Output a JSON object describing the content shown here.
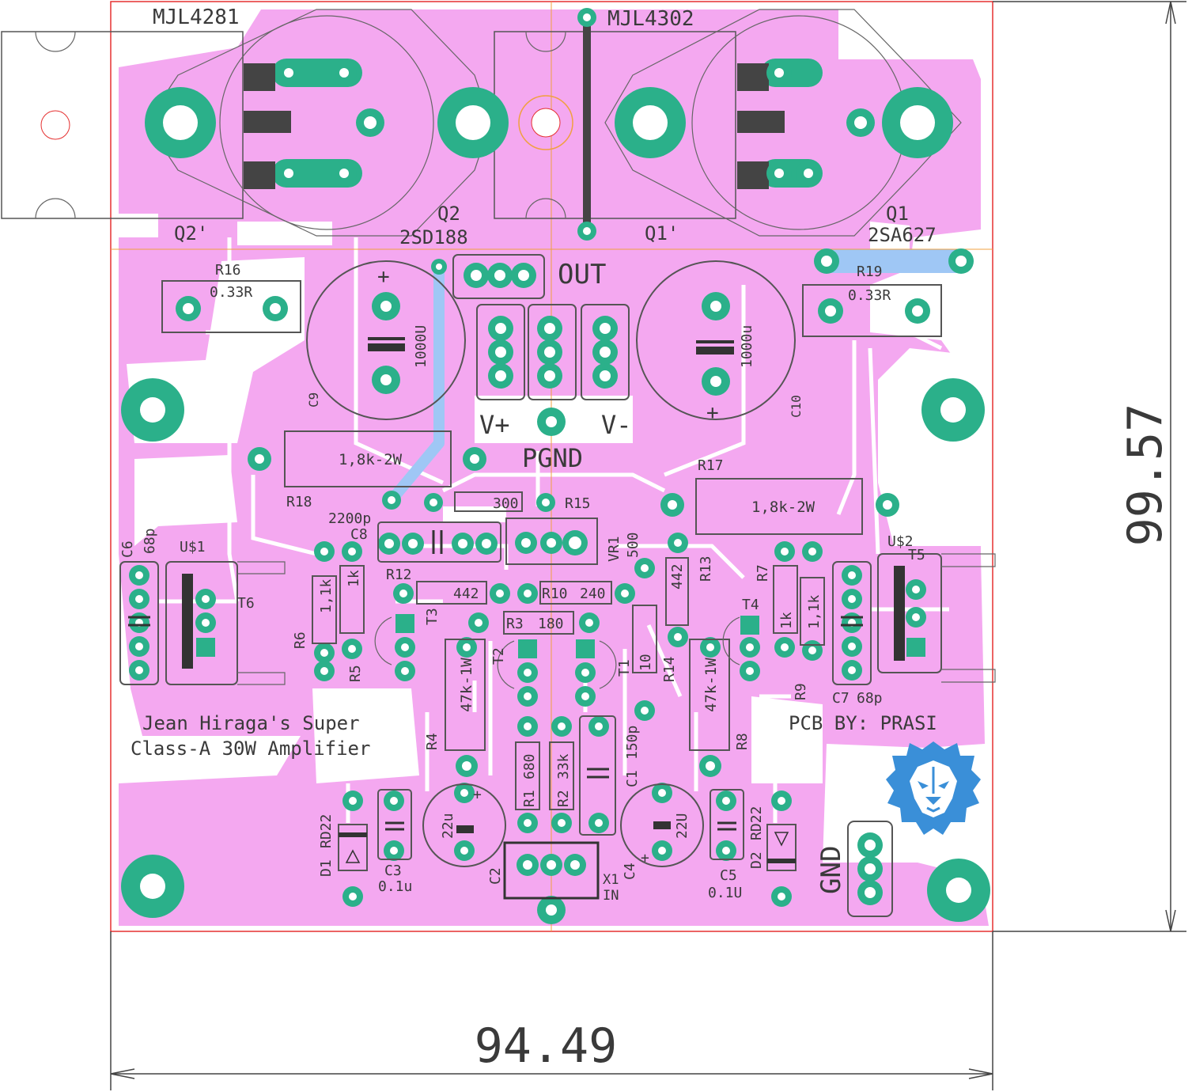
{
  "board": {
    "title_line1": "Jean Hiraga's Super",
    "title_line2": "Class-A 30W Amplifier",
    "credit": "PCB BY: PRASI"
  },
  "dimensions": {
    "width": "94.49",
    "height": "99.57"
  },
  "transistors": {
    "top_left_part": "MJL4281",
    "top_mid_part": "MJL4302",
    "q2_name": "Q2",
    "q2_part": "2SD188",
    "q2p_name": "Q2'",
    "q1_name": "Q1",
    "q1_part": "2SA627",
    "q1p_name": "Q1'"
  },
  "connectors": {
    "out": "OUT",
    "vplus": "V+",
    "vminus": "V-",
    "pgnd": "PGND",
    "gnd": "GND",
    "x1": "X1",
    "in": "IN"
  },
  "components": {
    "r16": "R16",
    "r16v": "0.33R",
    "r19": "R19",
    "r19v": "0.33R",
    "c9": "C9",
    "c9v": "1000U",
    "c10": "C10",
    "c10v": "1000u",
    "r18": "R18",
    "r18v": "1,8k-2W",
    "r17": "R17",
    "r17v": "1,8k-2W",
    "c8": "C8",
    "c8v": "2200p",
    "r15": "R15",
    "r15v": "300",
    "vr1": "VR1",
    "vr1v": "500",
    "r12": "R12",
    "r12v": "442",
    "r13": "R13",
    "r13v": "442",
    "r10": "R10",
    "r10v": "240",
    "r3": "R3",
    "r3v": "180",
    "r6": "R6",
    "r6v": "1,1k",
    "r5": "R5",
    "r5v": "1k",
    "r7": "R7",
    "r7v": "1k",
    "r9": "R9",
    "r9v": "1,1k",
    "r4": "R4",
    "r4v": "47k-1W",
    "r8": "R8",
    "r8v": "47k-1W",
    "r14": "R14",
    "r14v": "10",
    "r1": "R1",
    "r1v": "680",
    "r2": "R2",
    "r2v": "33k",
    "c1": "C1",
    "c1v": "150p",
    "c6": "C6",
    "c6v": "68p",
    "c7": "C7",
    "c7v": "68p",
    "c2": "C2",
    "c2v": "22u",
    "c4": "C4",
    "c4v": "22U",
    "c3": "C3",
    "c3v": "0.1u",
    "c5": "C5",
    "c5v": "0.1U",
    "d1": "D1",
    "d1v": "RD22",
    "d2": "D2",
    "d2v": "RD22",
    "u1": "U$1",
    "u2": "U$2",
    "t1": "T1",
    "t2": "T2",
    "t3": "T3",
    "t4": "T4",
    "t5": "T5",
    "t6": "T6"
  },
  "colors": {
    "copper": "#f4a8f0",
    "pad": "#2bb08a",
    "via_trace": "#9fc7f5",
    "border": "#e53030",
    "logo": "#3a8fd8"
  },
  "icons": {
    "logo": "lion-head-icon"
  }
}
